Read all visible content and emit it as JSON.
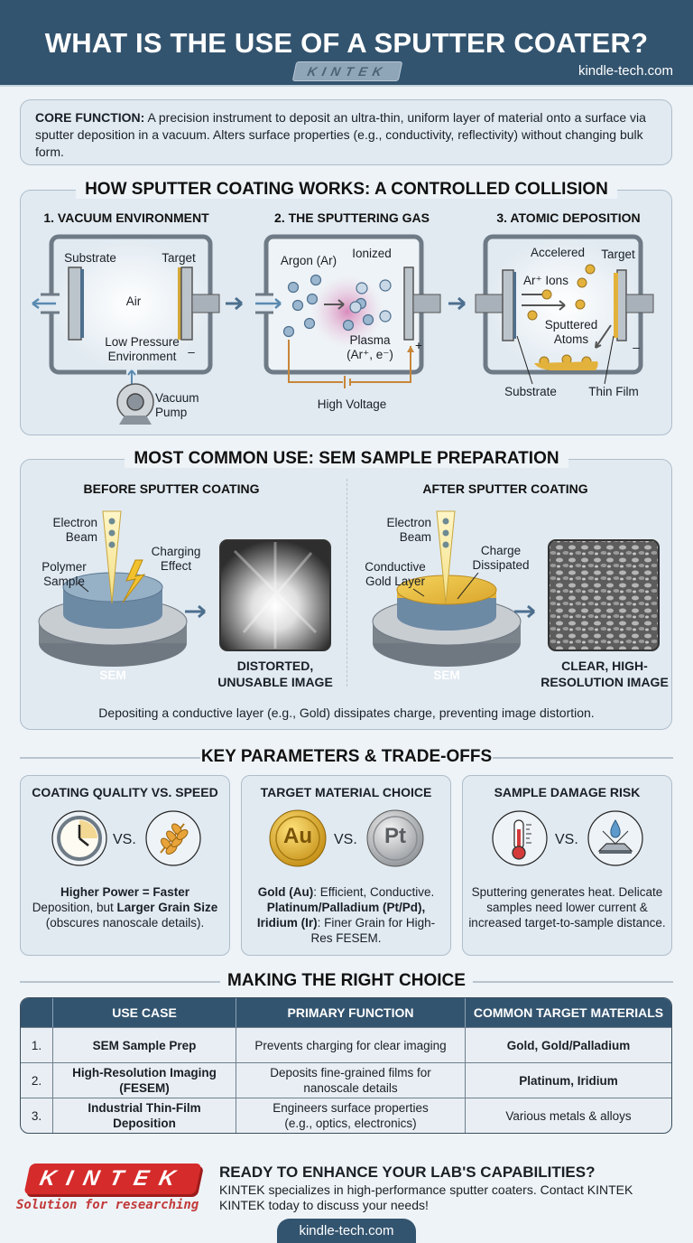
{
  "header": {
    "title": "WHAT IS THE USE OF A SPUTTER COATER?",
    "logo": "KINTEK",
    "site": "kindle-tech.com"
  },
  "core": {
    "label": "CORE FUNCTION:",
    "text": " A precision instrument to deposit an ultra-thin, uniform layer of material onto a surface via sputter deposition in a vacuum. Alters surface properties (e.g., conductivity, reflectivity) without changing bulk form."
  },
  "how": {
    "title": "HOW SPUTTER COATING WORKS: A CONTROLLED COLLISION",
    "steps": [
      {
        "title": "1. VACUUM ENVIRONMENT",
        "labels": {
          "substrate": "Substrate",
          "target": "Target",
          "air": "Air",
          "low_pressure": "Low Pressure\nEnvironment",
          "pump": "Vacuum\nPump",
          "minus": "–"
        }
      },
      {
        "title": "2. THE SPUTTERING GAS",
        "labels": {
          "argon": "Argon (Ar)",
          "ionized": "Ionized",
          "plasma": "Plasma\n(Ar⁺, e⁻)",
          "voltage": "High Voltage",
          "plus": "+"
        }
      },
      {
        "title": "3. ATOMIC DEPOSITION",
        "labels": {
          "accelered": "Accelered",
          "target": "Target",
          "ions": "Ar⁺ Ions",
          "sputtered": "Sputtered\nAtoms",
          "substrate": "Substrate",
          "thin_film": "Thin Film",
          "minus": "–"
        }
      }
    ]
  },
  "sem": {
    "title": "MOST COMMON USE: SEM SAMPLE PREPARATION",
    "before": {
      "title": "BEFORE SPUTTER COATING",
      "beam": "Electron\nBeam",
      "sample": "Polymer\nSample",
      "effect": "Charging\nEffect",
      "stage": "SEM",
      "caption": "DISTORTED,\nUNUSABLE IMAGE"
    },
    "after": {
      "title": "AFTER SPUTTER COATING",
      "beam": "Electron\nBeam",
      "layer": "Conductive\nGold Layer",
      "effect": "Charge\nDissipated",
      "stage": "SEM",
      "caption": "CLEAR, HIGH-\nRESOLUTION IMAGE"
    },
    "footnote": "Depositing a conductive layer (e.g., Gold) dissipates charge, preventing image distortion."
  },
  "params": {
    "title": "KEY PARAMETERS & TRADE-OFFS",
    "vs": "VS.",
    "cards": [
      {
        "title": "COATING QUALITY VS. SPEED",
        "b1": "Higher Power = Faster",
        "t1": "Deposition, but ",
        "b2": "Larger Grain Size",
        "t2": "(obscures nanoscale details)."
      },
      {
        "title": "TARGET MATERIAL CHOICE",
        "coin1": "Au",
        "coin2": "Pt",
        "b1": "Gold (Au)",
        "t1": ": Efficient, Conductive.",
        "b2": "Platinum/Palladium (Pt/Pd), Iridium (Ir)",
        "t2": ": Finer Grain for High-Res FESEM."
      },
      {
        "title": "SAMPLE DAMAGE RISK",
        "text": "Sputtering generates heat. Delicate samples need lower current & increased target-to-sample distance."
      }
    ]
  },
  "choice": {
    "title": "MAKING THE RIGHT CHOICE",
    "headers": [
      "",
      "USE CASE",
      "PRIMARY FUNCTION",
      "COMMON TARGET MATERIALS"
    ],
    "rows": [
      {
        "num": "1.",
        "use": "SEM Sample Prep",
        "func": "Prevents charging for clear imaging",
        "mat": "Gold, Gold/Palladium"
      },
      {
        "num": "2.",
        "use": "High-Resolution Imaging (FESEM)",
        "func": "Deposits fine-grained films for nanoscale details",
        "mat": "Platinum, Iridium"
      },
      {
        "num": "3.",
        "use": "Industrial Thin-Film Deposition",
        "func": "Engineers surface properties (e.g., optics, electronics)",
        "mat": "Various metals & alloys"
      }
    ]
  },
  "footer": {
    "logo": "KINTEK",
    "tagline": "Solution for researching",
    "cta_title": "READY TO ENHANCE YOUR LAB'S CAPABILITIES?",
    "cta_text": "KINTEK specializes in high-performance sputter coaters. Contact KINTEK KINTEK today to discuss your needs!",
    "site": "kindle-tech.com"
  },
  "colors": {
    "header_bg": "#33546f",
    "panel_bg": "#e1eaf1",
    "gold": "#e3b23c",
    "plasma": "#d77fb4",
    "brand_red": "#d52b2b"
  }
}
